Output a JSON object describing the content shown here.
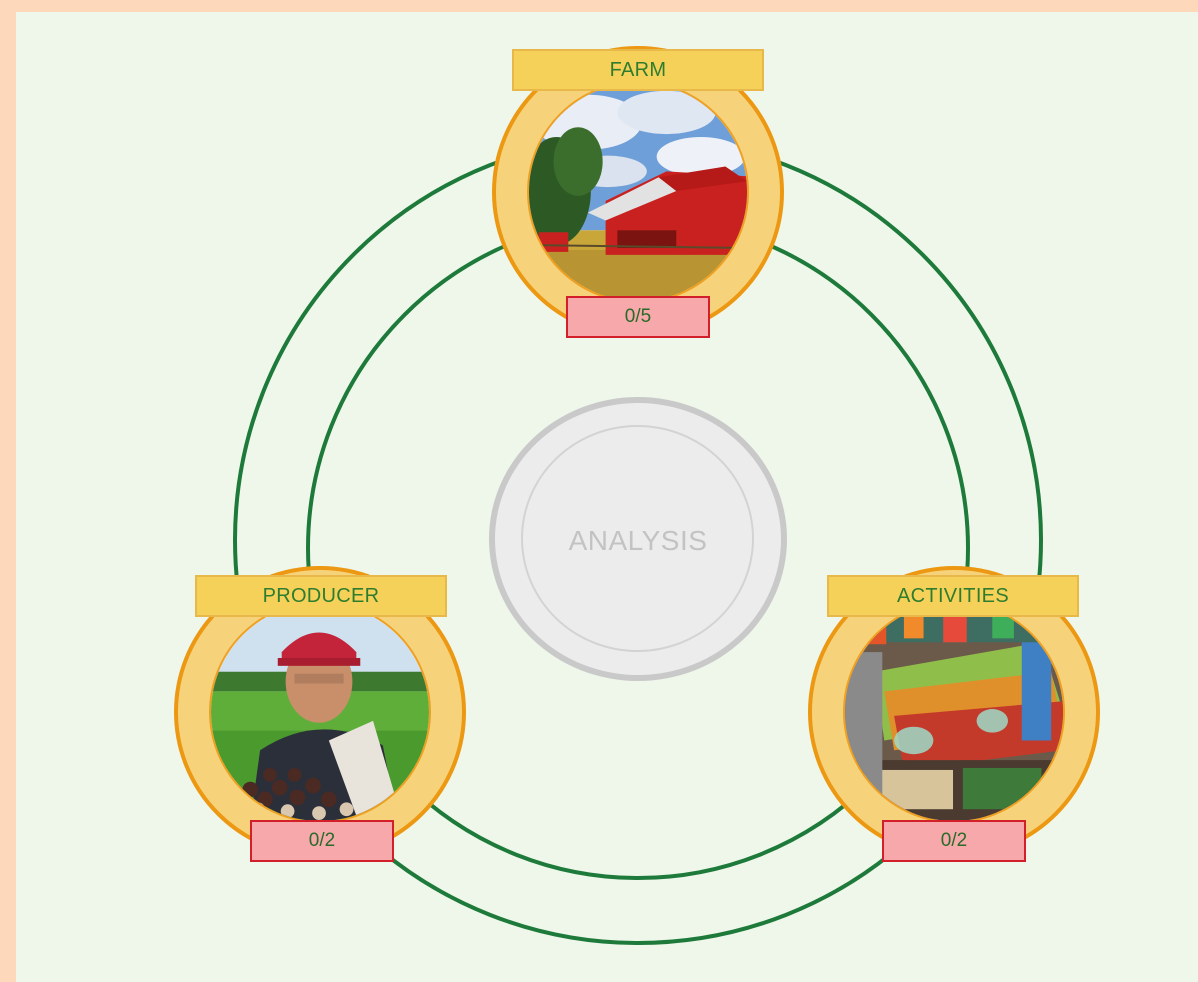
{
  "center": {
    "label": "ANALYSIS"
  },
  "nodes": {
    "farm": {
      "title": "FARM",
      "count": "0/5"
    },
    "producer": {
      "title": "PRODUCER",
      "count": "0/2"
    },
    "activities": {
      "title": "ACTIVITIES",
      "count": "0/2"
    }
  },
  "colors": {
    "page_border": "#fdd8bb",
    "stage_bg": "#eef7ea",
    "ring_green": "#1e7a3a",
    "node_orange": "#ec9812",
    "node_yellow": "#f6d37a",
    "title_yellow": "#f5d15a",
    "title_text": "#2e7d2e",
    "badge_pink": "#f7a8aa",
    "badge_border": "#d21f2a",
    "analysis_gray": "#c9c9c9"
  },
  "images": {
    "farm": "red-barn-photo",
    "producer": "farmer-portrait-photo",
    "activities": "market-stall-photo"
  }
}
